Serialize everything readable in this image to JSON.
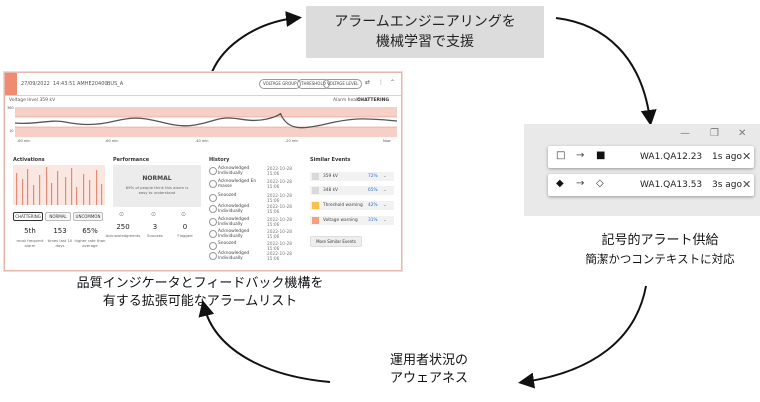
{
  "top_box": {
    "line1": "アラームエンジニアリングを",
    "line2": "機械学習で支援"
  },
  "right_caption": {
    "line1": "記号的アラート供給",
    "line2": "簡潔かつコンテキストに対応"
  },
  "bottom_caption": {
    "line1": "運用者状況の",
    "line2": "アウェアネス"
  },
  "left_caption": {
    "line1": "品質インジケータとフィードバック機構を",
    "line2": "有する拡張可能なアラームリスト"
  },
  "alerts": [
    {
      "code": "WA1.QA12.23",
      "ago": "1s ago"
    },
    {
      "code": "WA1.QA13.53",
      "ago": "3s ago"
    }
  ],
  "screenshot": {
    "date": "27/09/2022",
    "time": "14:43:51",
    "alarm_id": "AMHE20400",
    "bus": "BUS_A",
    "pills": [
      "VOLTAGE GROUP",
      "THRESHOLD",
      "VOLTAGE LEVEL"
    ],
    "chart_title": "Voltage level 359 kV",
    "alarm_health_label": "Alarm health:",
    "alarm_health_value": "CHATTERING",
    "y_ticks": [
      "360",
      "10"
    ],
    "x_ticks": [
      "-80 min",
      "-60 min",
      "-40 min",
      "-20 min",
      "Now"
    ],
    "activations": {
      "title": "Activations",
      "buttons": [
        "CHATTERING",
        "NORMAL",
        "UNCOMMON"
      ],
      "stats": [
        {
          "value": "5th",
          "label": "most frequent alarm"
        },
        {
          "value": "153",
          "label": "times last 10 days"
        },
        {
          "value": "65%",
          "label": "higher rate than average"
        }
      ]
    },
    "performance": {
      "title": "Performance",
      "status": "NORMAL",
      "desc": "89% of people think this alarm is easy to understand",
      "stats": [
        {
          "value": "250",
          "label": "Acknowledgments"
        },
        {
          "value": "3",
          "label": "Snoozes"
        },
        {
          "value": "0",
          "label": "Flagged"
        }
      ]
    },
    "history": {
      "title": "History",
      "rows": [
        {
          "label": "Acknowledged Individually",
          "ts": "2022-10-28 15:06"
        },
        {
          "label": "Acknowledged En masse",
          "ts": "2022-10-28 15:06"
        },
        {
          "label": "Snoozed",
          "ts": "2022-10-28 15:06"
        },
        {
          "label": "Acknowledged Individually",
          "ts": "2022-10-28 15:06"
        },
        {
          "label": "Acknowledged Individually",
          "ts": "2022-10-28 15:06"
        },
        {
          "label": "Acknowledged Individually",
          "ts": "2022-10-28 15:06"
        },
        {
          "label": "Snoozed",
          "ts": "2022-10-28 15:06"
        },
        {
          "label": "Acknowledged Individually",
          "ts": "2022-10-28 15:06"
        }
      ]
    },
    "similar": {
      "title": "Similar Events",
      "rows": [
        {
          "name": "359 kV",
          "pct": "72%",
          "color": "#d9d9d9"
        },
        {
          "name": "348 kV",
          "pct": "65%",
          "color": "#d9d9d9"
        },
        {
          "name": "Threshold warning",
          "pct": "42%",
          "color": "#f6c24a"
        },
        {
          "name": "Voltage warning",
          "pct": "31%",
          "color": "#f4a07f"
        }
      ],
      "more_button": "More Similar Events"
    }
  }
}
